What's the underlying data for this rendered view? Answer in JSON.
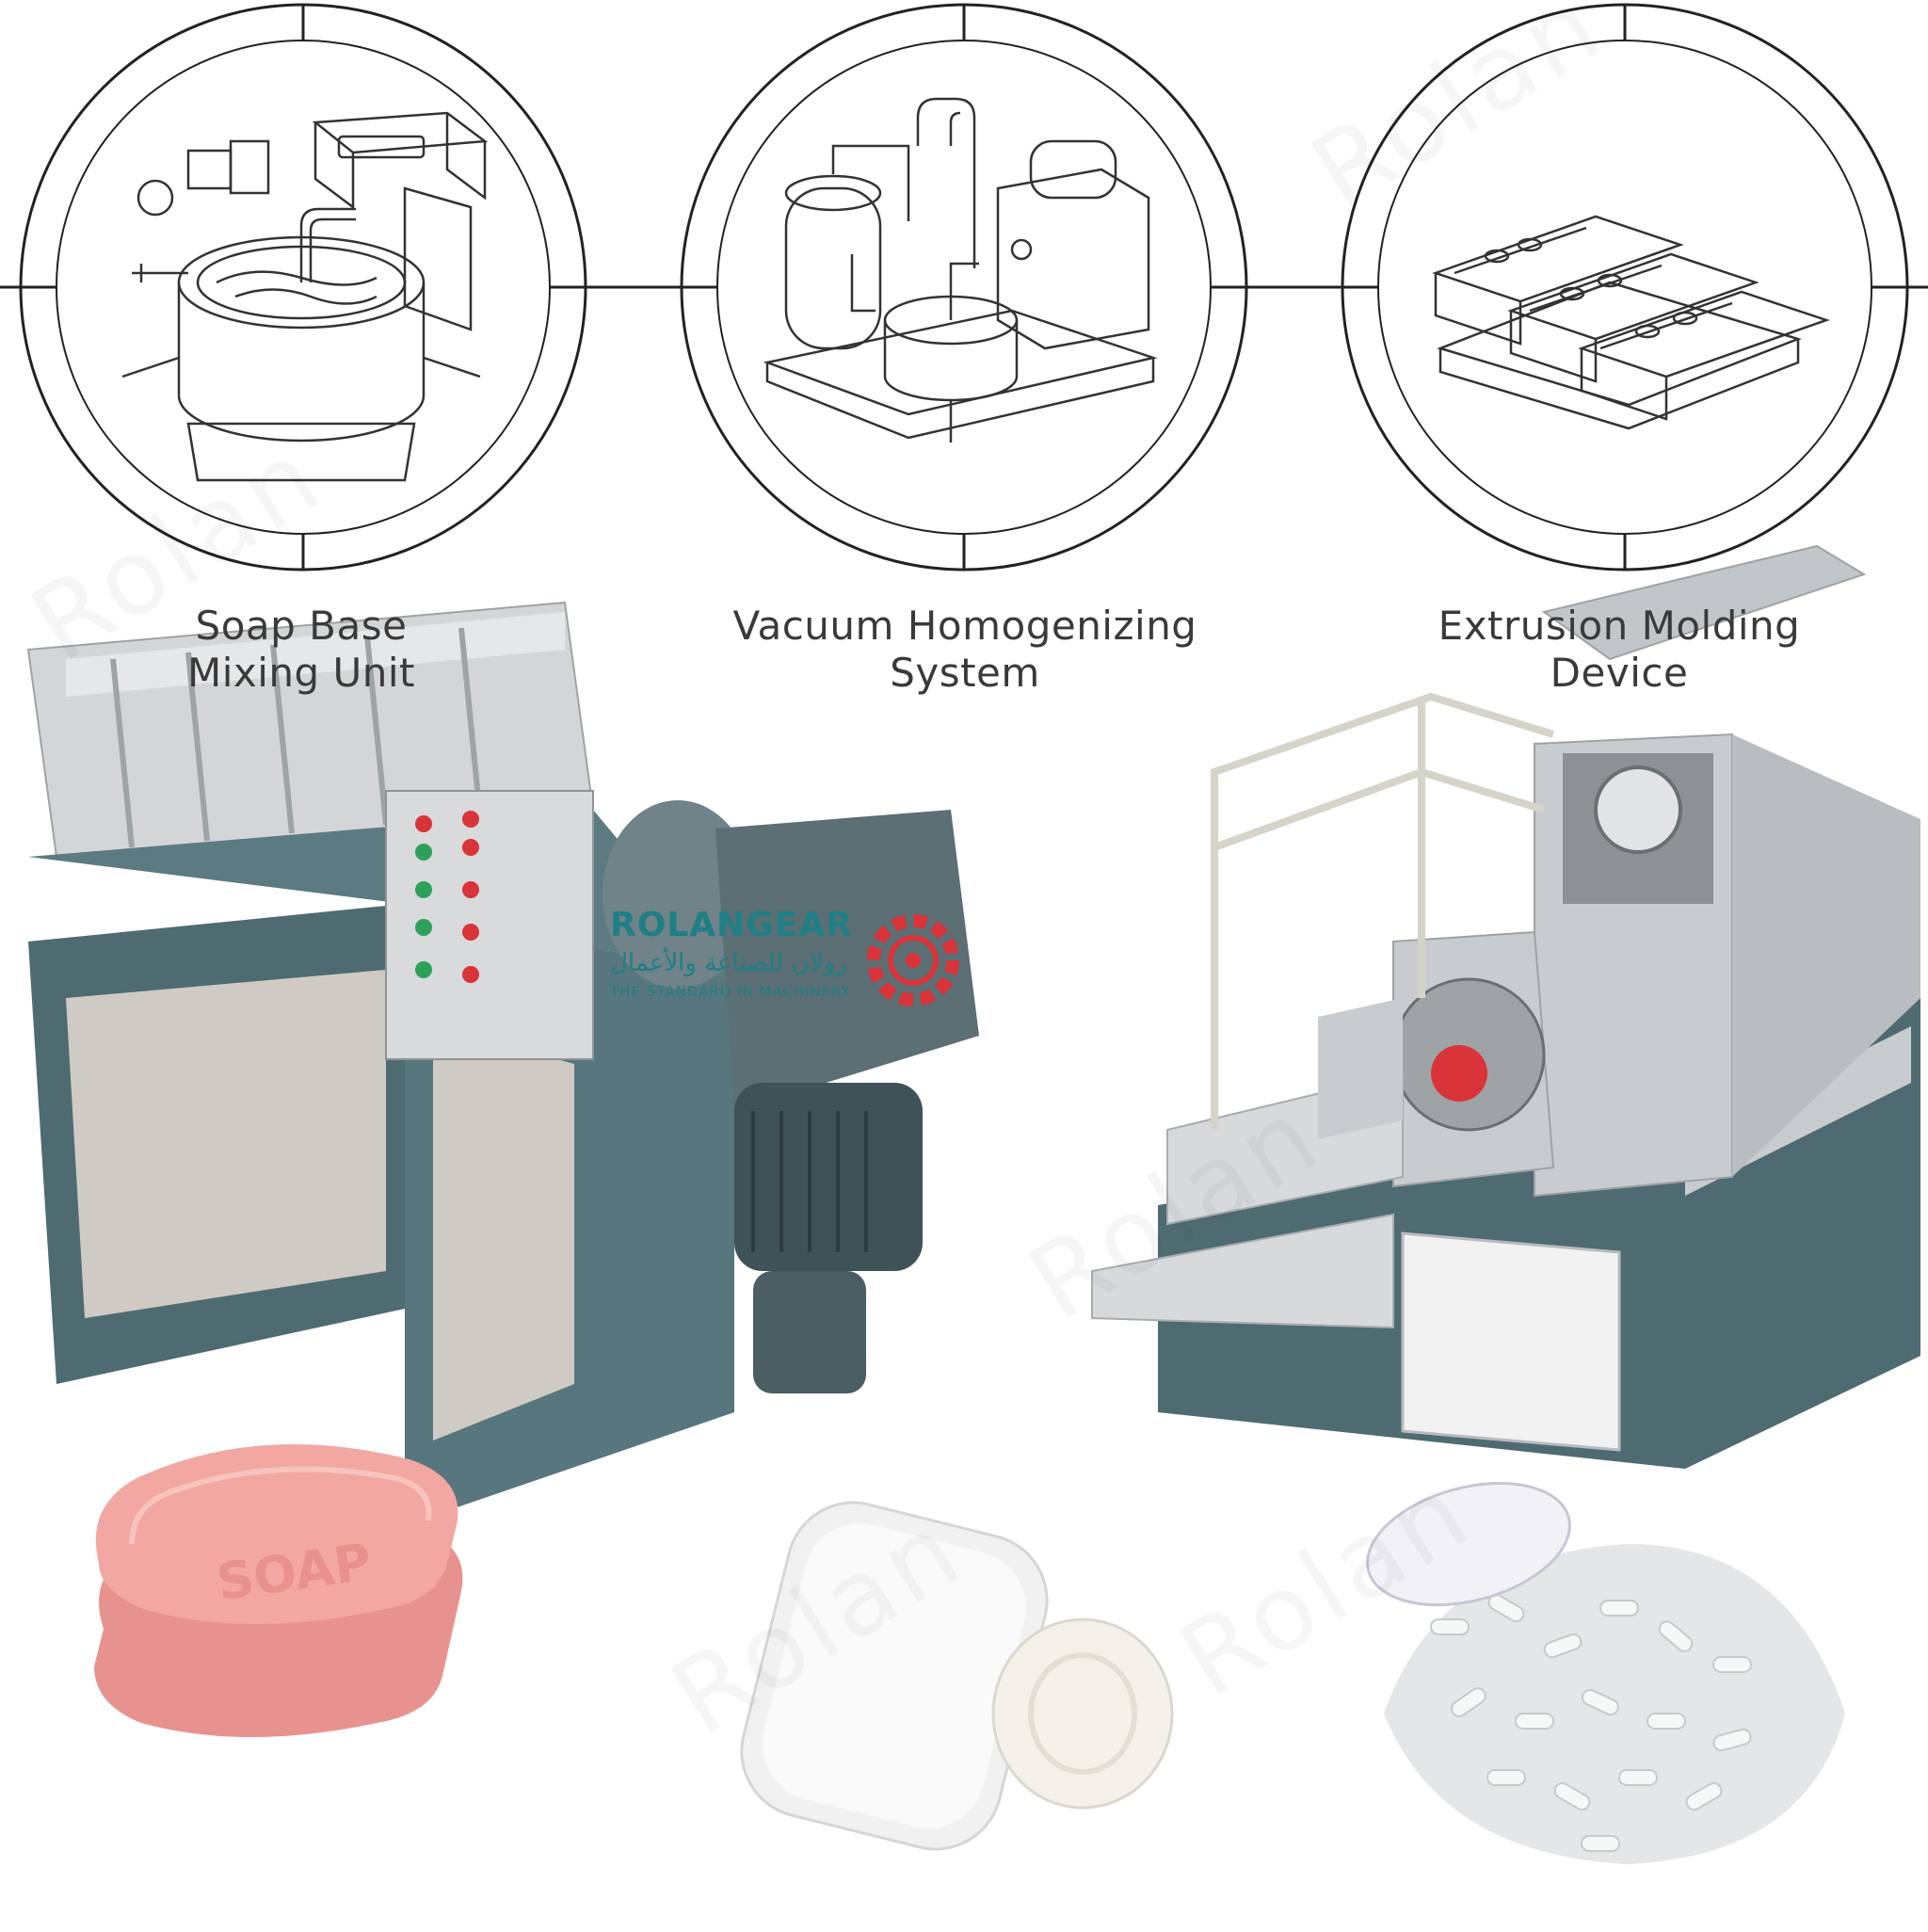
{
  "stages": [
    {
      "label_line1": "Soap Base",
      "label_line2": "Mixing Unit"
    },
    {
      "label_line1": "Vacuum Homogenizing",
      "label_line2": "System"
    },
    {
      "label_line1": "Extrusion Molding",
      "label_line2": "Device"
    }
  ],
  "brand": {
    "name": "ROLANGEAR",
    "arabic": "رولان للصناعة والأعمال",
    "tagline": "THE STANDARD IN MACHINERY"
  },
  "watermark": {
    "text": "Rolan"
  },
  "soap_stamp": "SOAP",
  "colors": {
    "machine_frame": "#4f6b72",
    "steel": "#c9ccce",
    "brand_teal": "#1f7f86",
    "brand_red": "#d8343a",
    "pink_soap": "#f2a7a3"
  }
}
